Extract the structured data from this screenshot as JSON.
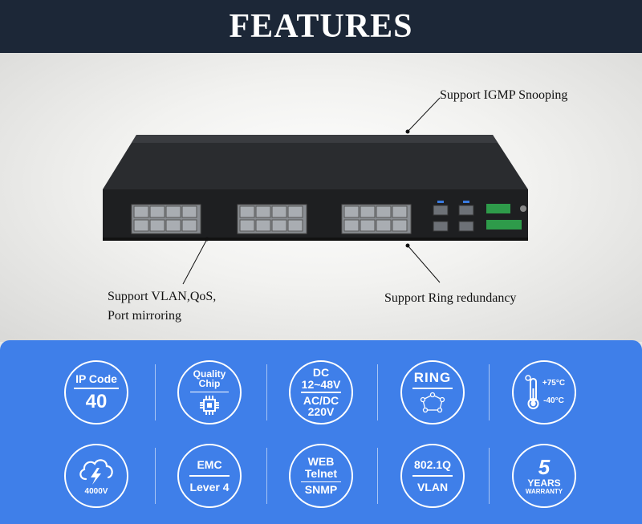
{
  "header": {
    "title": "FEATURES"
  },
  "callouts": {
    "igmp": "Support IGMP Snooping",
    "vlan_line1": "Support VLAN,QoS,",
    "vlan_line2": "Port mirroring",
    "ring": "Support Ring redundancy"
  },
  "features": {
    "ip_code": {
      "label": "IP Code",
      "value": "40"
    },
    "quality_chip": {
      "line1": "Quality",
      "line2": "Chip"
    },
    "power": {
      "line1": "DC",
      "line2": "12~48V",
      "line3": "AC/DC",
      "line4": "220V"
    },
    "ring": {
      "label": "RING"
    },
    "temperature": {
      "high": "+75°C",
      "low": "-40°C"
    },
    "surge": {
      "label": "4000V"
    },
    "emc": {
      "line1": "EMC",
      "line2": "Lever 4"
    },
    "web": {
      "line1": "WEB",
      "line2": "Telnet",
      "line3": "SNMP"
    },
    "vlan": {
      "line1": "802.1Q",
      "line2": "VLAN"
    },
    "warranty": {
      "number": "5",
      "line1": "YEARS",
      "line2": "WARRANTY"
    }
  },
  "colors": {
    "header_bg": "#1c2737",
    "panel_bg": "#3f7fe9",
    "icon_white": "#ffffff"
  }
}
